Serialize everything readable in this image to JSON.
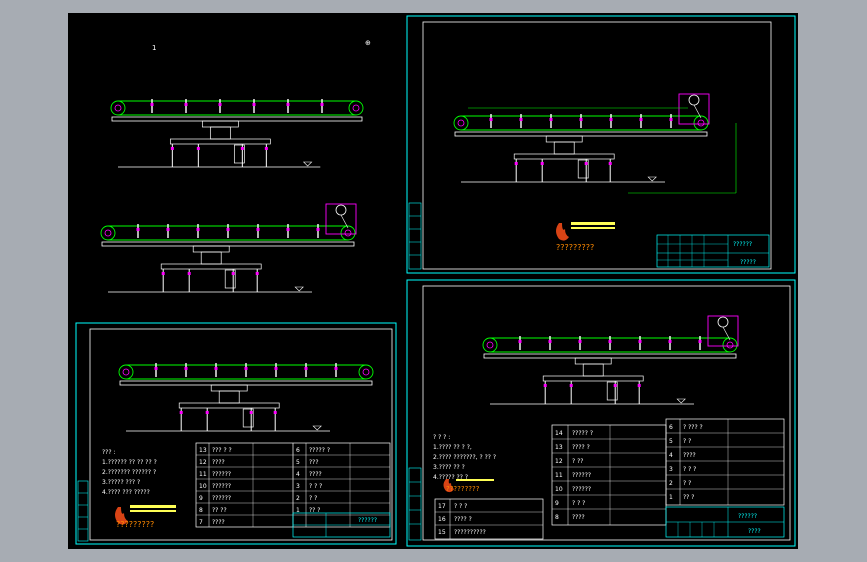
{
  "colors": {
    "background": "#a7acb3",
    "canvas": "#000000",
    "frame": "#00ffff",
    "outline": "#ffffff",
    "belt": "#00ff00",
    "accent": "#ff00ff",
    "logo_text": "#ff8a00",
    "logo_bars": "#ffff55"
  },
  "drawing": {
    "top_mark_left": "1",
    "top_mark_right": "⊕",
    "logo_text": "?????????",
    "logo_icon": "flame-logo-icon"
  },
  "sheet_bl": {
    "notes": [
      "??? :",
      "1.?????? ?? ?? ?? ?",
      "2.??????? ?????? ?",
      "3.????? ??? ?",
      "4.???? ??? ?????"
    ],
    "parts_left": [
      {
        "no": "13",
        "name": "??? ? ?"
      },
      {
        "no": "12",
        "name": "????"
      },
      {
        "no": "11",
        "name": "??????"
      },
      {
        "no": "10",
        "name": "??????"
      },
      {
        "no": "9",
        "name": "??????"
      },
      {
        "no": "8",
        "name": "?? ??"
      },
      {
        "no": "7",
        "name": "????"
      }
    ],
    "parts_right": [
      {
        "no": "6",
        "name": "????? ?"
      },
      {
        "no": "5",
        "name": "???"
      },
      {
        "no": "4",
        "name": "????"
      },
      {
        "no": "3",
        "name": "? ? ?"
      },
      {
        "no": "2",
        "name": "? ?"
      },
      {
        "no": "1",
        "name": "?? ?"
      }
    ],
    "title": "??????"
  },
  "sheet_tr": {
    "title": "??????",
    "subtitle": "?????"
  },
  "sheet_br": {
    "notes": [
      "? ? ? :",
      "1.???? ?? ? ?,",
      "2.???? ???????, ? ?? ?",
      "3.???? ?? ?",
      "4.????? ?? ?"
    ],
    "parts_bottom": [
      {
        "no": "17",
        "name": "? ? ?"
      },
      {
        "no": "16",
        "name": "???? ?"
      },
      {
        "no": "15",
        "name": "??????????"
      }
    ],
    "parts_mid": [
      {
        "no": "14",
        "name": "????? ?"
      },
      {
        "no": "13",
        "name": "???? ?"
      },
      {
        "no": "12",
        "name": "? ??"
      },
      {
        "no": "11",
        "name": "??????"
      },
      {
        "no": "10",
        "name": "??????"
      },
      {
        "no": "9",
        "name": "? ? ?"
      },
      {
        "no": "8",
        "name": "????"
      }
    ],
    "parts_right": [
      {
        "no": "6",
        "name": "? ??? ?"
      },
      {
        "no": "5",
        "name": "? ?"
      },
      {
        "no": "4",
        "name": "????"
      },
      {
        "no": "3",
        "name": "? ? ?"
      },
      {
        "no": "2",
        "name": "? ?"
      },
      {
        "no": "1",
        "name": "?? ?"
      }
    ],
    "title": "??????",
    "subtitle": "????"
  }
}
